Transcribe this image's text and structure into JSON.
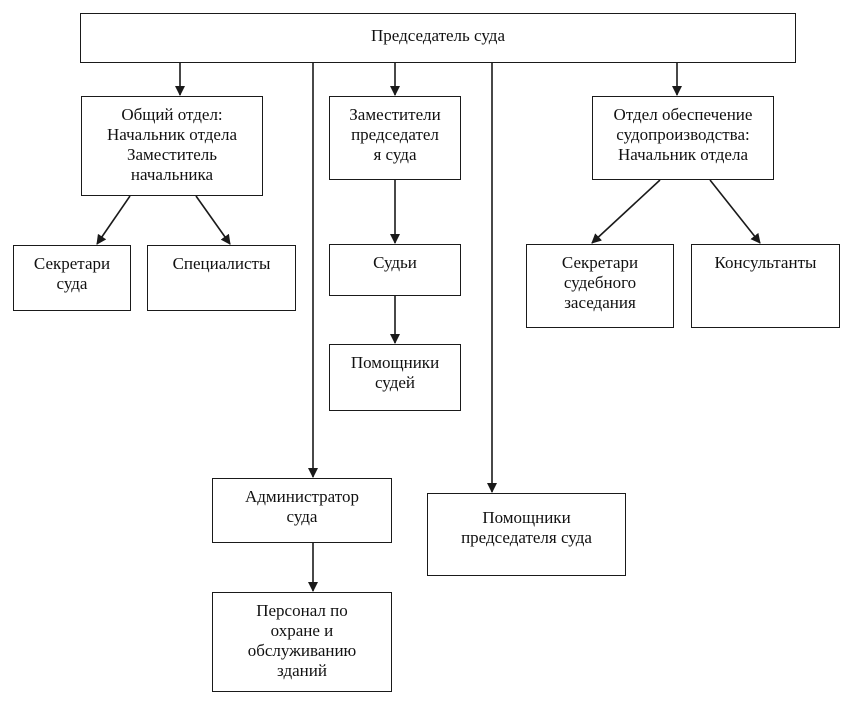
{
  "nodes": {
    "chairman": "Председатель суда",
    "general_dept": "Общий отдел:\nНачальник отдела\nЗаместитель\nначальника",
    "deputies": "Заместители\nпредседател\nя суда",
    "proceedings_dept": "Отдел обеспечение\nсудопроизводства:\nНачальник отдела",
    "secretaries": "Секретари\nсуда",
    "specialists": "Специалисты",
    "judges": "Судьи",
    "hearing_secretaries": "Секретари\nсудебного\nзаседания",
    "consultants": "Консультанты",
    "judge_assistants": "Помощники\nсудей",
    "administrator": "Администратор\nсуда",
    "chairman_assistants": "Помощники\nпредседателя суда",
    "staff": "Персонал по\nохране и\nобслуживанию\nзданий"
  },
  "edges": [
    [
      "chairman",
      "general_dept"
    ],
    [
      "chairman",
      "deputies"
    ],
    [
      "chairman",
      "proceedings_dept"
    ],
    [
      "chairman",
      "administrator"
    ],
    [
      "chairman",
      "chairman_assistants"
    ],
    [
      "general_dept",
      "secretaries"
    ],
    [
      "general_dept",
      "specialists"
    ],
    [
      "deputies",
      "judges"
    ],
    [
      "judges",
      "judge_assistants"
    ],
    [
      "proceedings_dept",
      "hearing_secretaries"
    ],
    [
      "proceedings_dept",
      "consultants"
    ],
    [
      "administrator",
      "staff"
    ]
  ],
  "colors": {
    "line": "#1a1a1a",
    "box_fill": "#ffffff"
  }
}
